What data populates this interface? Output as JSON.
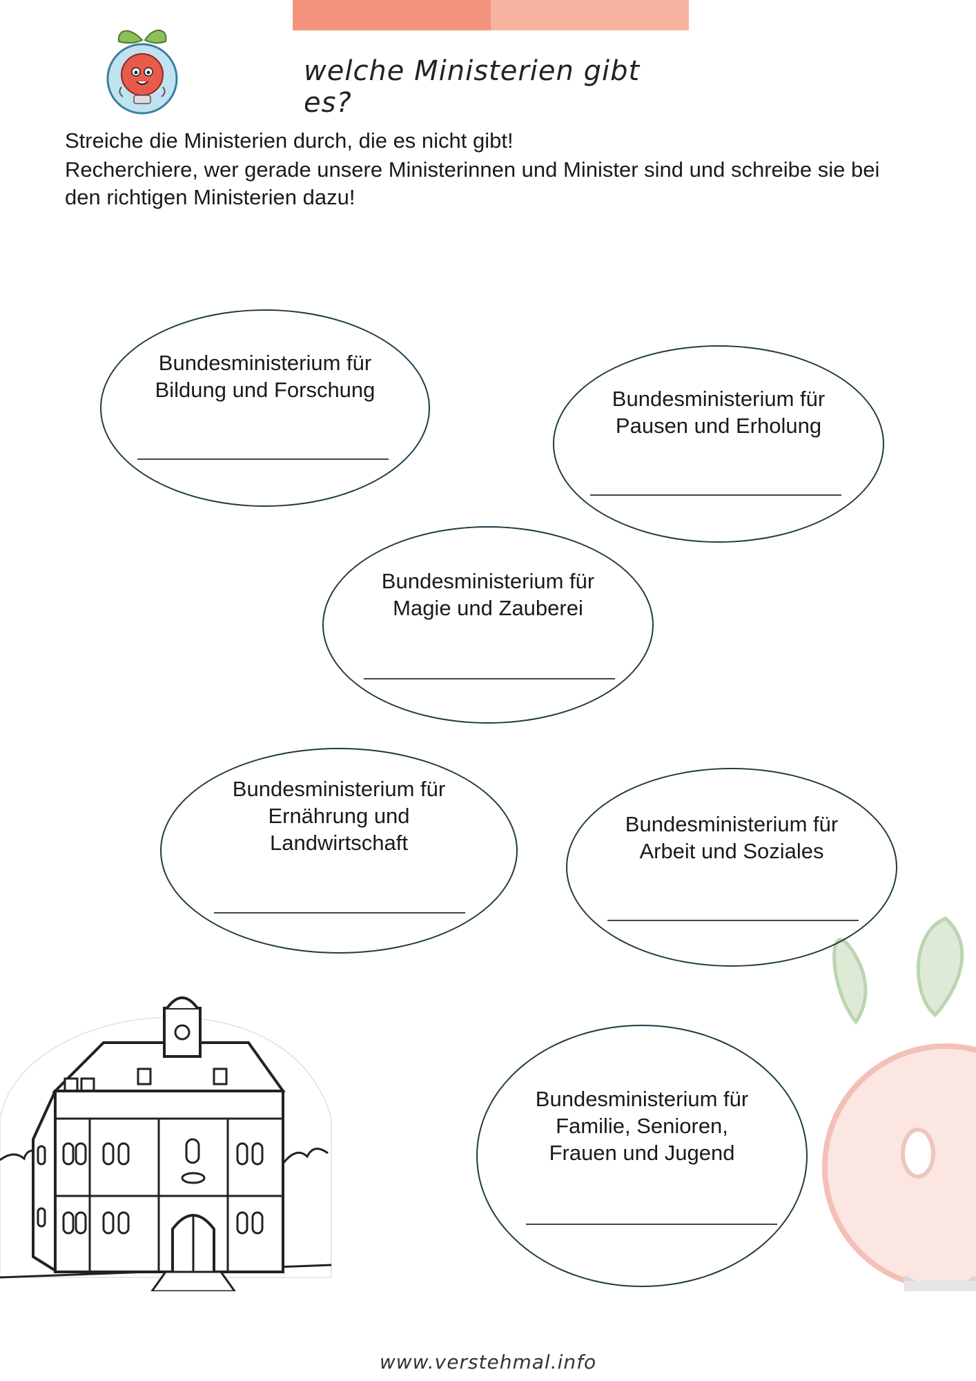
{
  "header": {
    "title": "welche Ministerien gibt es?",
    "bar_colors": [
      "#f4947c",
      "#f7b3a0"
    ]
  },
  "instructions": {
    "line1": "Streiche die Ministerien durch, die es nicht gibt!",
    "line2": "Recherchiere, wer gerade unsere Ministerinnen und Minister sind und schreibe sie bei den richtigen Ministerien dazu!"
  },
  "ministries": [
    {
      "label": "Bundesministerium für Bildung und Forschung"
    },
    {
      "label": "Bundesministerium für Pausen und Erholung"
    },
    {
      "label": "Bundesministerium für Magie und Zauberei"
    },
    {
      "label": "Bundesministerium für Ernährung und Landwirtschaft"
    },
    {
      "label": "Bundesministerium für Arbeit und Soziales"
    },
    {
      "label": "Bundesministerium für Familie, Senioren, Frauen und Jugend"
    }
  ],
  "icons": {
    "mascot": "tomato-lightbulb-mascot-icon",
    "building": "ministry-building-illustration",
    "watermark": "faded-mascot-watermark"
  },
  "colors": {
    "ellipse_border": "#1f3a46",
    "watermark_leaf": "#cfe3c4",
    "watermark_bulb": "#f6c9c2"
  },
  "footer": {
    "url": "www.verstehmal.info"
  }
}
